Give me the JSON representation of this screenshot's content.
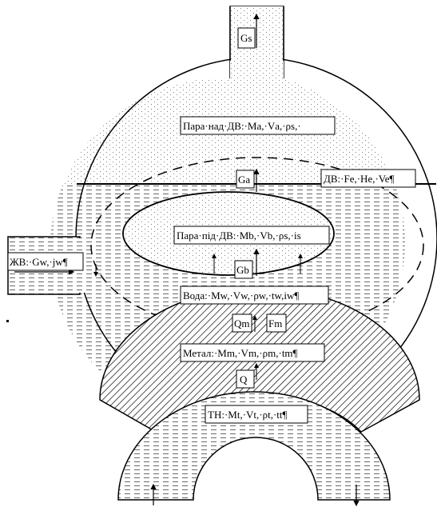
{
  "labels": {
    "steam_above": "Пара·над·ДВ:·Mа,·Vа,·ρs,·",
    "evap_surface": "ДВ:·Fe,·He,·Ve¶",
    "steam_below": "Пара·під·ДВ:·Mb,·Vb,·ρs,·is",
    "water": "Вода:·Mw,·Vw,·ρw,·tw,iw¶",
    "metal": "Метал:·Mm,·Vm,·ρm,·tm¶",
    "heat_carrier": "ТН:·Mt,·Vt,·ρt,·tt¶",
    "feed_water": "ЖВ:·Gw,·jw¶"
  },
  "flows": {
    "g_s": "Gs",
    "g_a": "Ga",
    "g_b": "Gb",
    "q_m": "Qm",
    "f_m": "Fm",
    "q": "Q"
  }
}
